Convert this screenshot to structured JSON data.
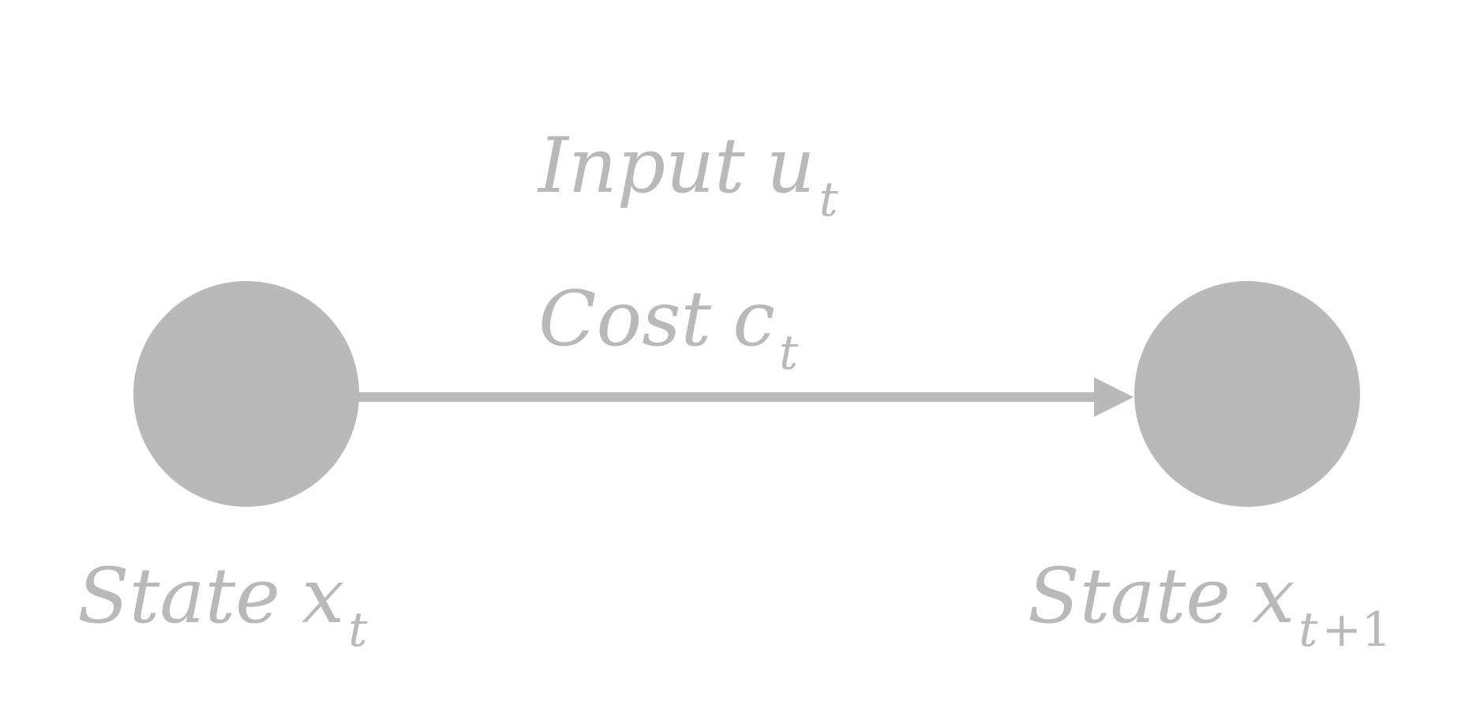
{
  "colors": {
    "node_fill": "#b9b9b9",
    "edge_stroke": "#b9b9b9",
    "text": "#b9b9b9",
    "background": "#ffffff"
  },
  "edge": {
    "input_word": "Input",
    "input_symbol": "u",
    "input_subscript": "t",
    "cost_word": "Cost",
    "cost_symbol": "c",
    "cost_subscript": "t"
  },
  "nodes": {
    "current": {
      "state_word": "State",
      "symbol": "x",
      "subscript": "t"
    },
    "next": {
      "state_word": "State",
      "symbol": "x",
      "subscript": "t",
      "subscript_suffix": "+1"
    }
  }
}
